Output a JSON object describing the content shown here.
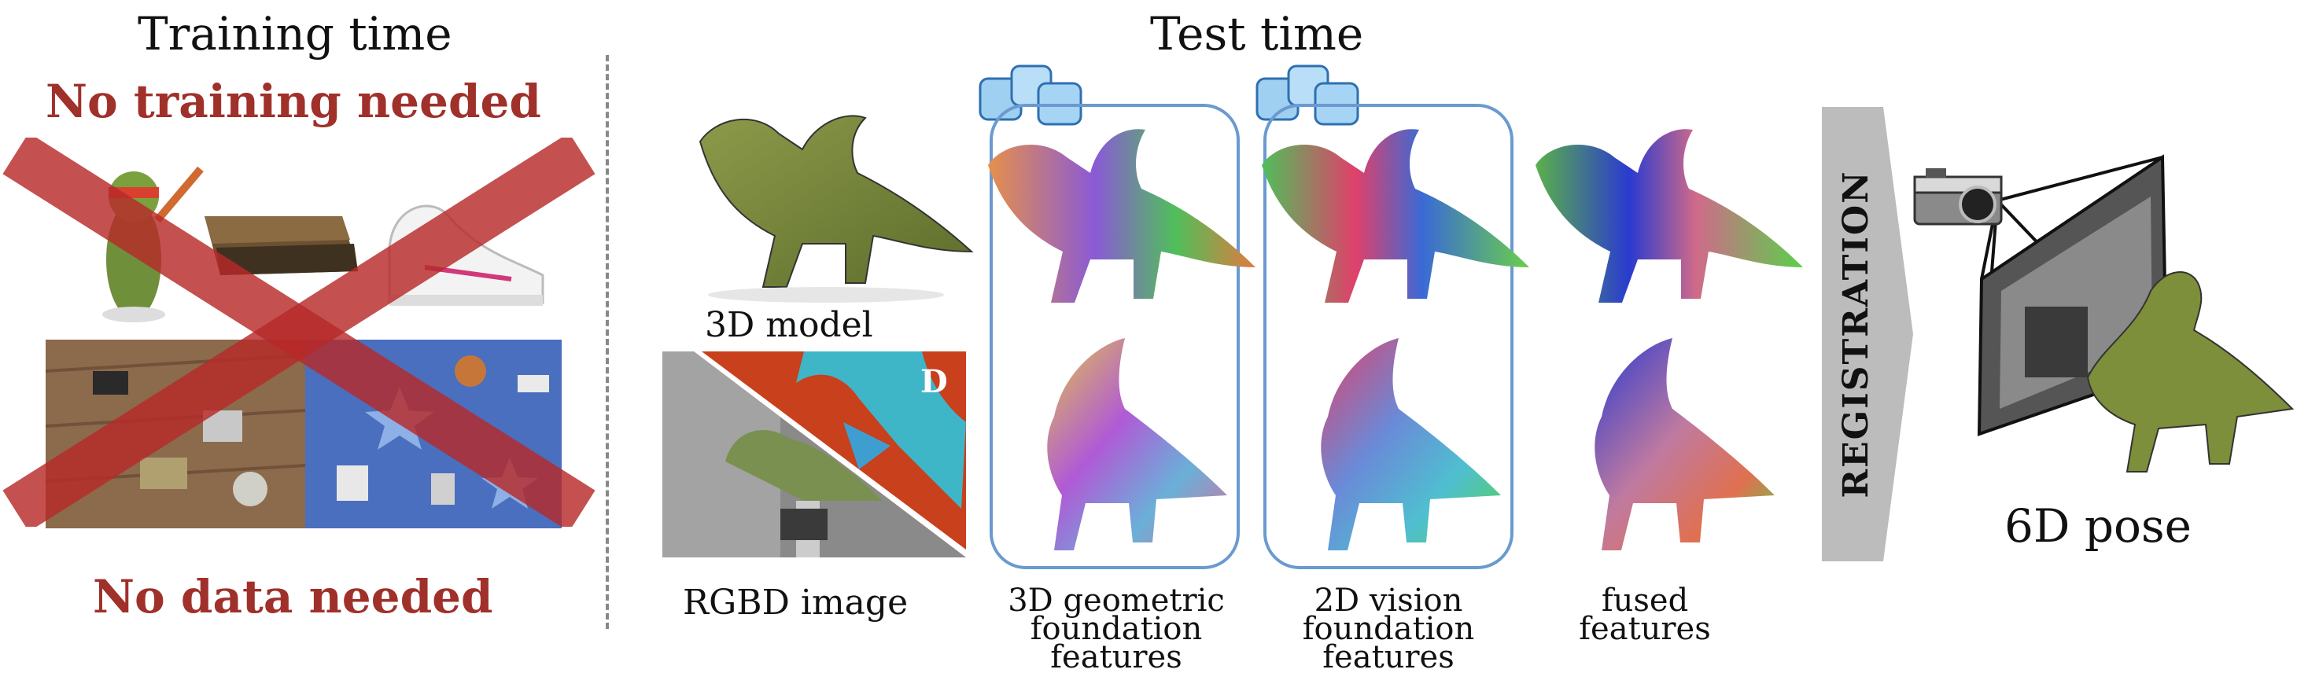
{
  "colors": {
    "accent_red": "#a0302a",
    "box_blue": "#6a9ad0",
    "arrow_gray": "#bcbcbc",
    "divider_gray": "#888888"
  },
  "training": {
    "title": "Training time",
    "no_training": "No training needed",
    "no_data": "No data needed"
  },
  "test": {
    "title": "Test time",
    "model_label": "3D model",
    "rgbd_label": "RGBD image",
    "depth_badge": "D",
    "geo_label": [
      "3D geometric",
      "foundation",
      "features"
    ],
    "vision_label": [
      "2D vision",
      "foundation",
      "features"
    ],
    "fused_label": [
      "fused",
      "features"
    ],
    "registration": "REGISTRATION",
    "pose_label": "6D pose"
  },
  "icons": [
    "frozen-ice-icon",
    "camera-icon",
    "cross-out-icon"
  ]
}
